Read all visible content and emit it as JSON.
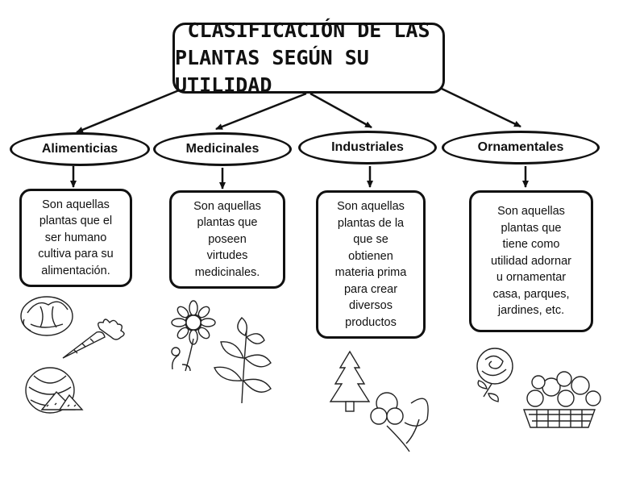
{
  "title": {
    "line1": "CLASIFICACIÓN DE LAS",
    "line2": "PLANTAS SEGÚN SU UTILIDAD"
  },
  "categories": [
    {
      "label": "Alimenticias",
      "desc": [
        "Son aquellas",
        "plantas que el",
        "ser humano",
        "cultiva para su",
        "alimentación."
      ],
      "icons": [
        "lettuce-icon",
        "carrot-icon",
        "melon-icon"
      ]
    },
    {
      "label": "Medicinales",
      "desc": [
        "Son aquellas",
        "plantas que",
        "poseen",
        "virtudes",
        "medicinales."
      ],
      "icons": [
        "chamomile-icon",
        "mint-icon"
      ]
    },
    {
      "label": "Industriales",
      "desc": [
        "Son aquellas",
        "plantas de la",
        "que se",
        "obtienen",
        "materia prima",
        "para crear",
        "diversos",
        "productos"
      ],
      "icons": [
        "pine-tree-icon",
        "cotton-icon"
      ]
    },
    {
      "label": "Ornamentales",
      "desc": [
        "Son aquellas",
        "plantas que",
        "tiene como",
        "utilidad adornar",
        "u ornamentar",
        "casa, parques,",
        "jardines, etc."
      ],
      "icons": [
        "rose-icon",
        "flower-basket-icon"
      ]
    }
  ]
}
